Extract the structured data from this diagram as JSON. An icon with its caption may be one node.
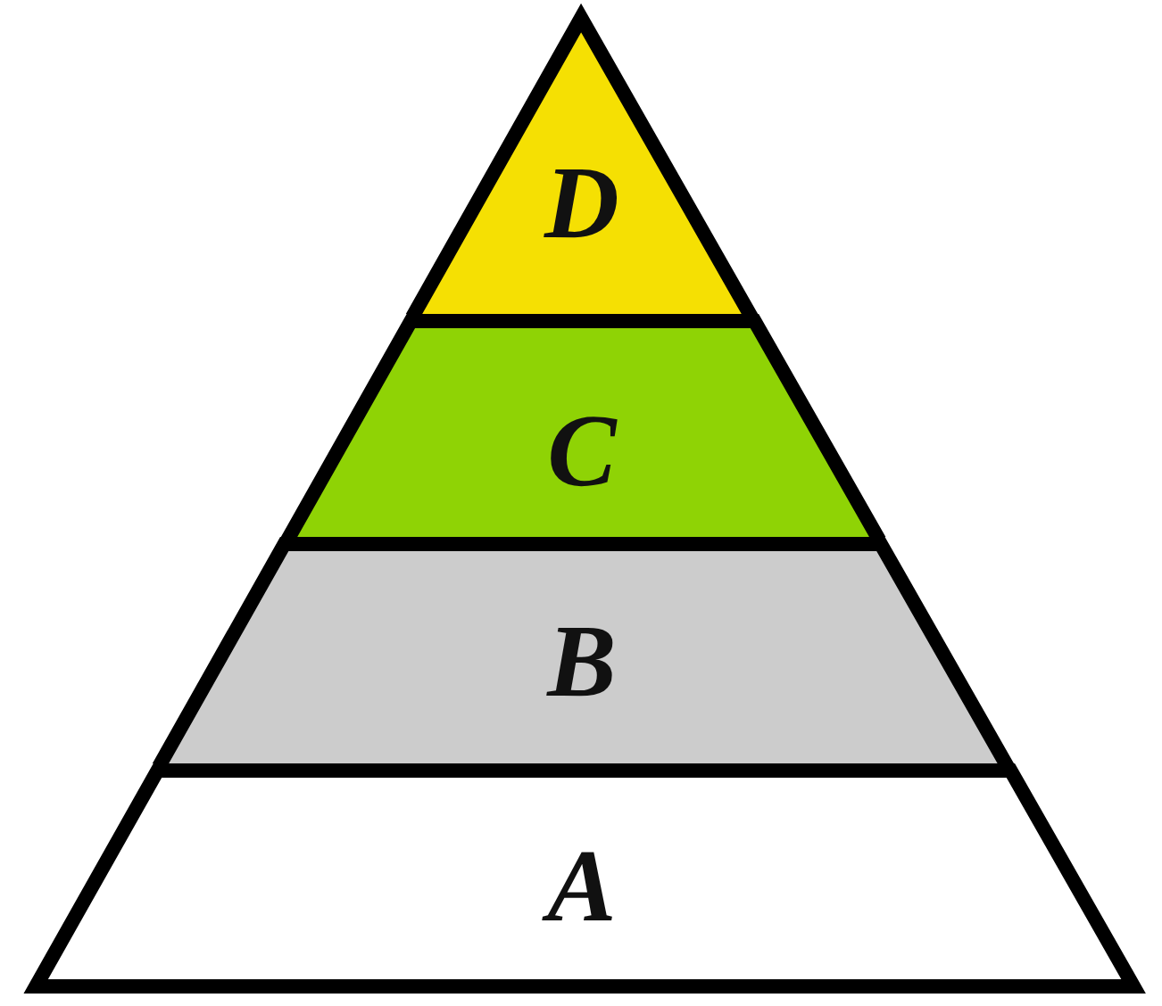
{
  "diagram": {
    "nodes": [
      {
        "text": [
          "D"
        ]
      },
      {
        "text": [
          "C"
        ]
      },
      {
        "text": [
          "B"
        ]
      },
      {
        "text": [
          "A"
        ]
      }
    ]
  }
}
